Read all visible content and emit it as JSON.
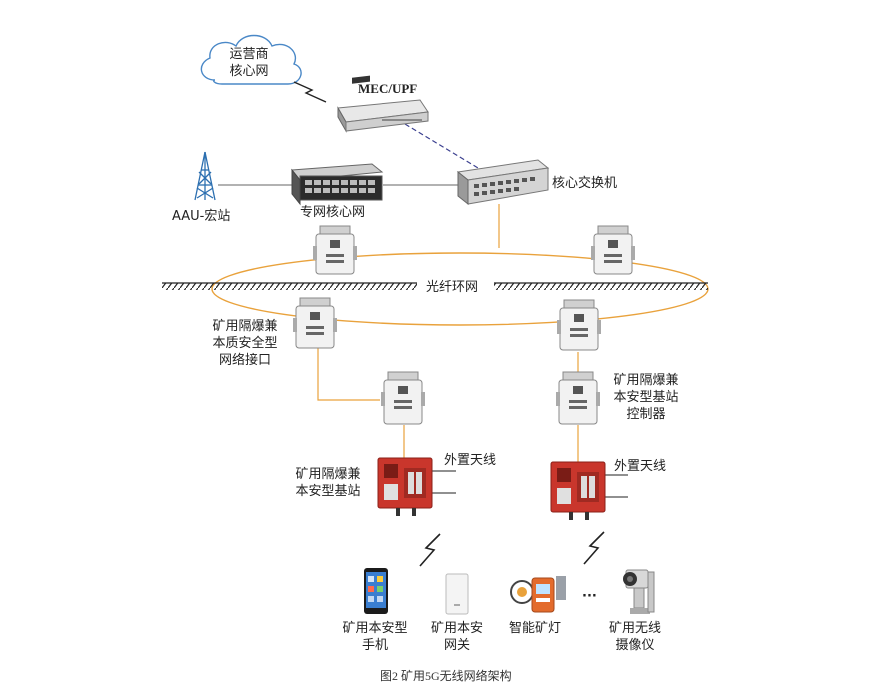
{
  "labels": {
    "cloud": "运营商\n核心网",
    "mec": "MEC/UPF",
    "core_switch": "核心交换机",
    "aau": "AAU-宏站",
    "private_core": "专网核心网",
    "fiber_ring": "光纤环网",
    "net_interface": "矿用隔爆兼\n本质安全型\n网络接口",
    "bs_controller": "矿用隔爆兼\n本安型基站\n控制器",
    "base_station": "矿用隔爆兼\n本安型基站",
    "ext_antenna_left": "外置天线",
    "ext_antenna_right": "外置天线",
    "phone": "矿用本安型\n手机",
    "gateway": "矿用本安\n网关",
    "lamp": "智能矿灯",
    "ellipsis": "···",
    "camera": "矿用无线\n摄像仪"
  },
  "caption": "图2   矿用5G无线网络架构",
  "colors": {
    "ring": "#e9a23c",
    "link": "#555555",
    "dashed_link": "#3a3f8f",
    "station_red": "#c9362c",
    "ground": "#222222"
  }
}
